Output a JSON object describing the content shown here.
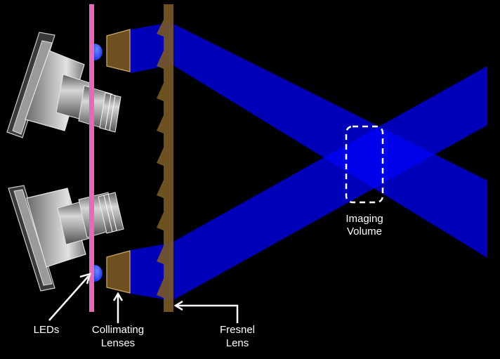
{
  "labels": {
    "leds": "LEDs",
    "collimating_line1": "Collimating",
    "collimating_line2": "Lenses",
    "fresnel_line1": "Fresnel",
    "fresnel_line2": "Lens",
    "imaging_line1": "Imaging",
    "imaging_line2": "Volume"
  },
  "colors": {
    "background": "#000000",
    "light_beam": "#0000ff",
    "led_board": "#e868b8",
    "led": "#1a44ff",
    "lens": "#6e5020",
    "lens_outline": "#c9a765",
    "fresnel": "#7a5a24",
    "camera_body": "#8c8c8c",
    "camera_shade": "#5a5a5a",
    "camera_highlight": "#d0d0d0",
    "imaging_volume_outline": "#ffffff",
    "text": "#ffffff"
  },
  "icons": [
    "camera-icon",
    "led-icon",
    "collimating-lens-icon",
    "fresnel-lens-icon",
    "arrow-icon"
  ]
}
